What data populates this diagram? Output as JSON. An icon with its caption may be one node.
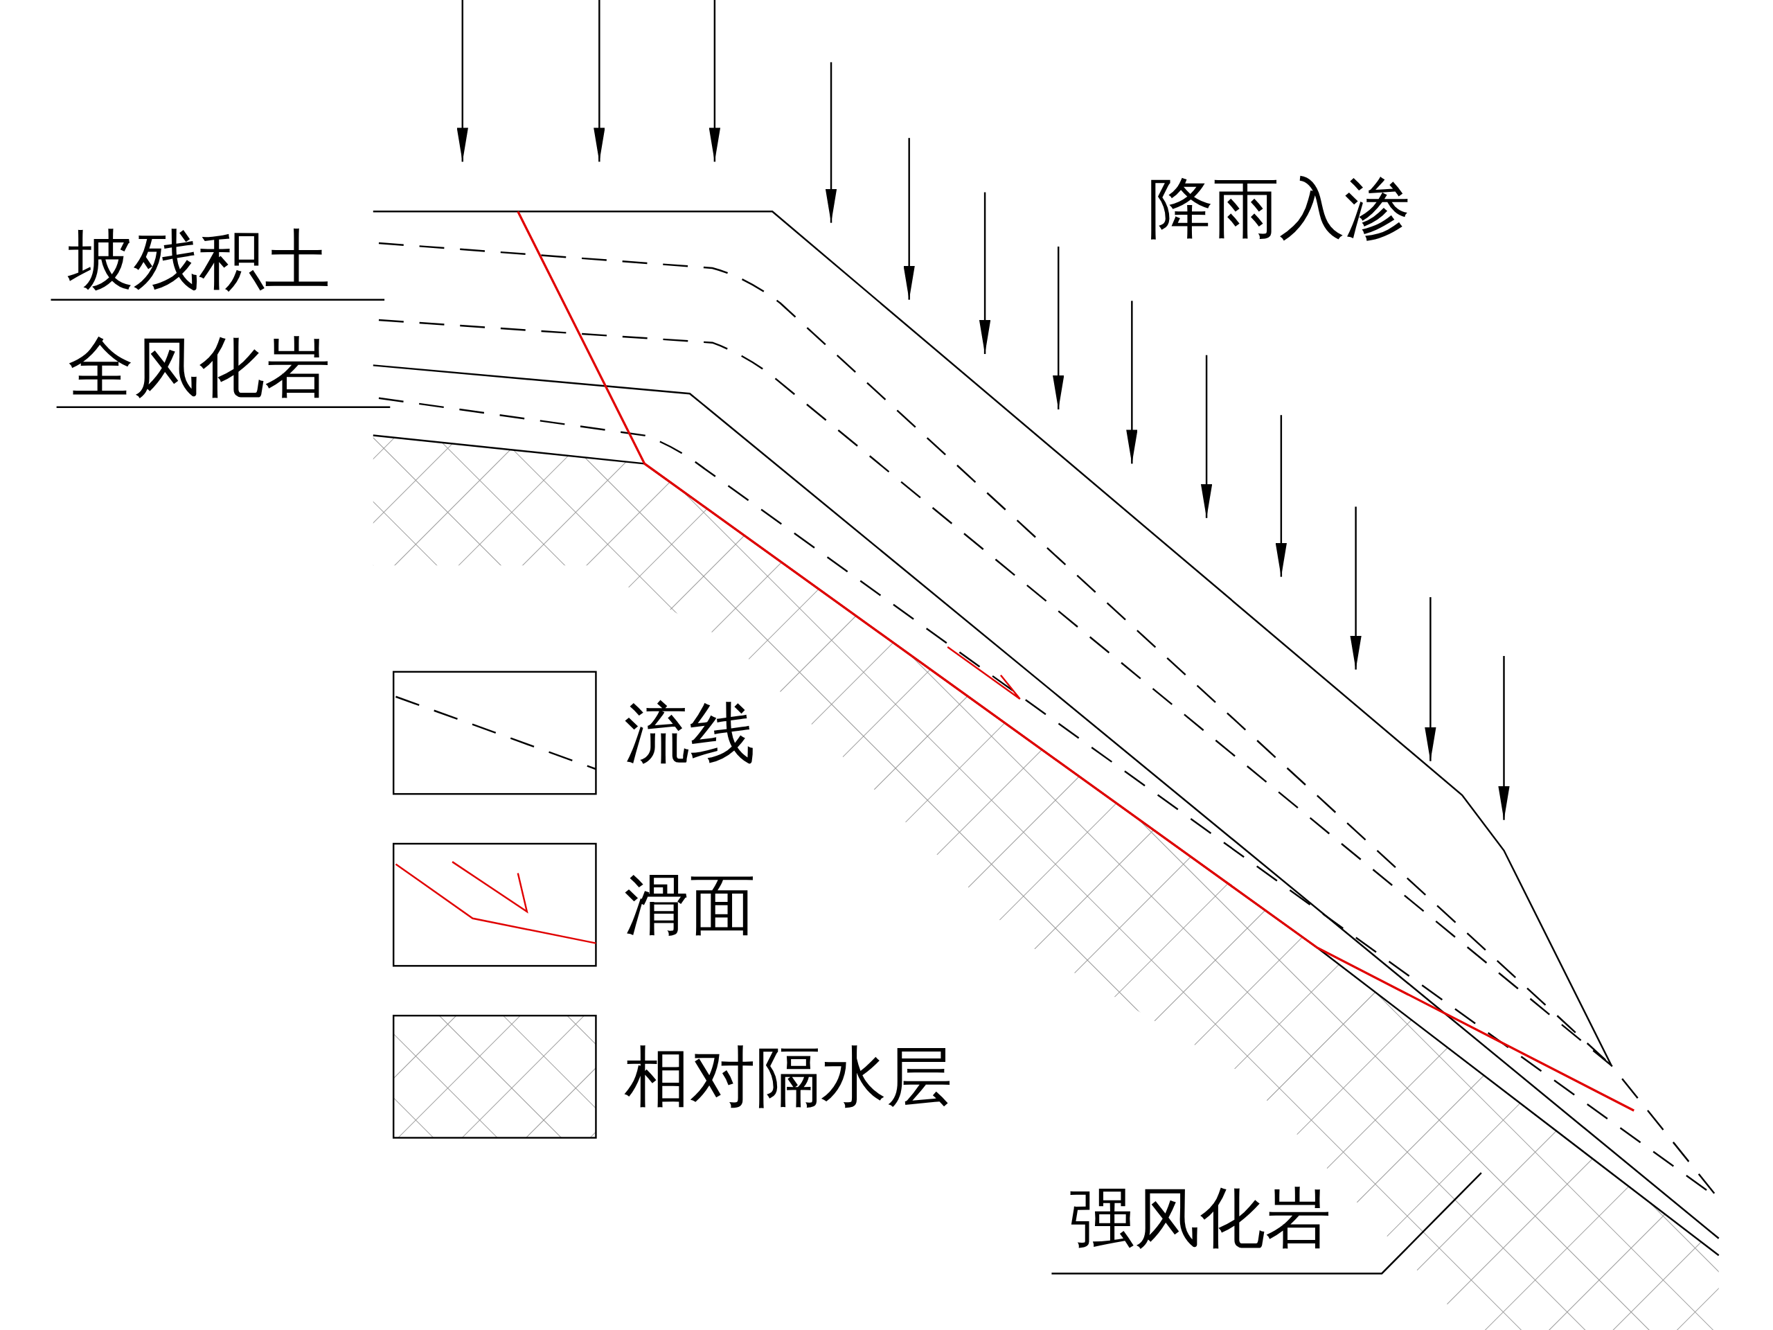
{
  "diagram": {
    "nodes": [
      {
        "text": [
          "坡残积土"
        ]
      },
      {
        "text": [
          "全风化岩"
        ]
      },
      {
        "text": [
          "强风化岩"
        ]
      }
    ],
    "edges": [
      {
        "from": 0,
        "to": null,
        "arrow": "none"
      },
      {
        "from": 1,
        "to": null,
        "arrow": "none"
      },
      {
        "from": 2,
        "to": null,
        "arrow": "none"
      }
    ],
    "labels": [
      "降雨入渗"
    ],
    "legend": [
      {
        "text": "流线"
      },
      {
        "text": "滑面"
      },
      {
        "text": "相对隔水层"
      }
    ]
  }
}
